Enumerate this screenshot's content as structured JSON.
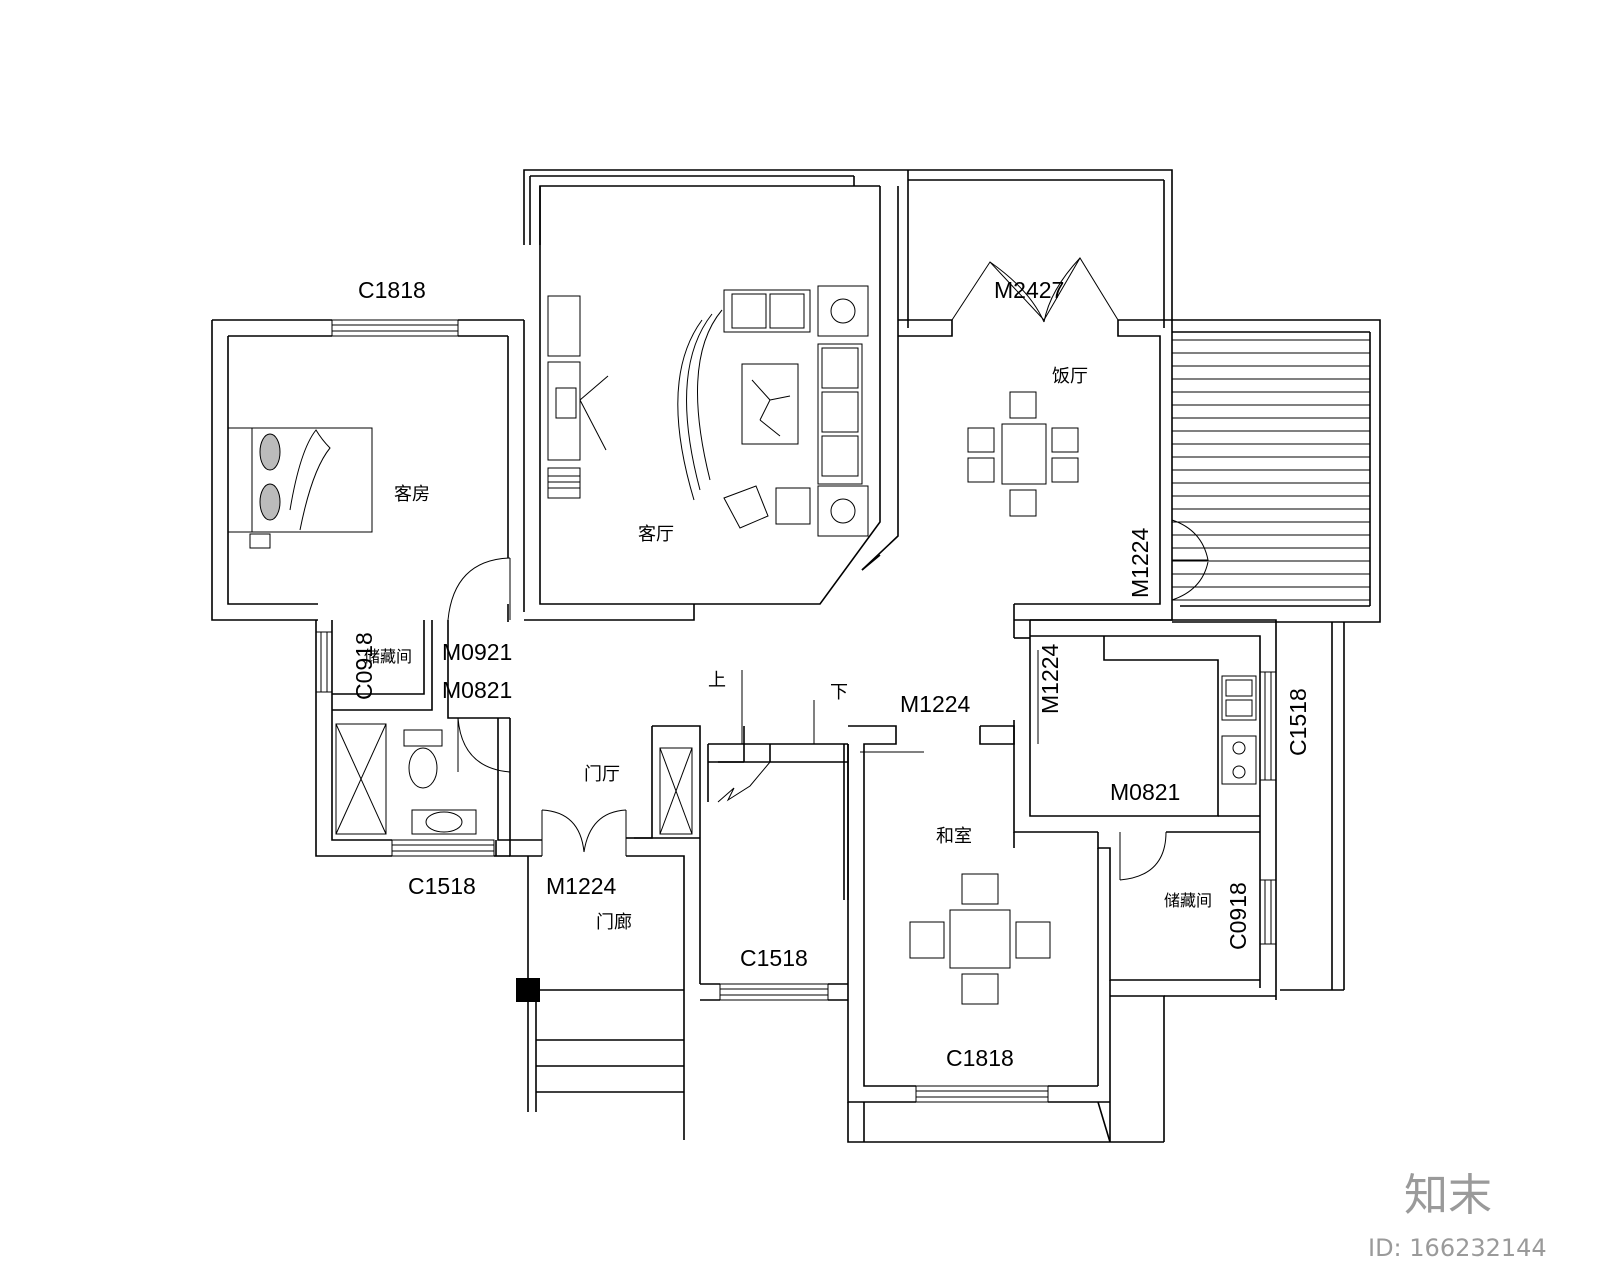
{
  "rooms": {
    "guest_room": "客房",
    "living_room": "客厅",
    "dining_room": "饭厅",
    "storage_left": "储藏间",
    "storage_right": "储藏间",
    "foyer": "门厅",
    "porch": "门廊",
    "japanese_room": "和室",
    "stair_up": "上",
    "stair_down": "下"
  },
  "openings": {
    "c1818_top": "C1818",
    "m2427": "M2427",
    "m1224_dining": "M1224",
    "m0921": "M0921",
    "m0821_bath": "M0821",
    "c0918_left": "C0918",
    "m1224_center": "M1224",
    "m1224_kitchen": "M1224",
    "c1518_kitchen": "C1518",
    "m0821_kitchen": "M0821",
    "c1518_bath": "C1518",
    "m1224_entry": "M1224",
    "c1518_stair": "C1518",
    "c0918_right": "C0918",
    "c1818_bottom": "C1818"
  },
  "watermark": {
    "logo": "知末",
    "id": "ID: 166232144"
  }
}
